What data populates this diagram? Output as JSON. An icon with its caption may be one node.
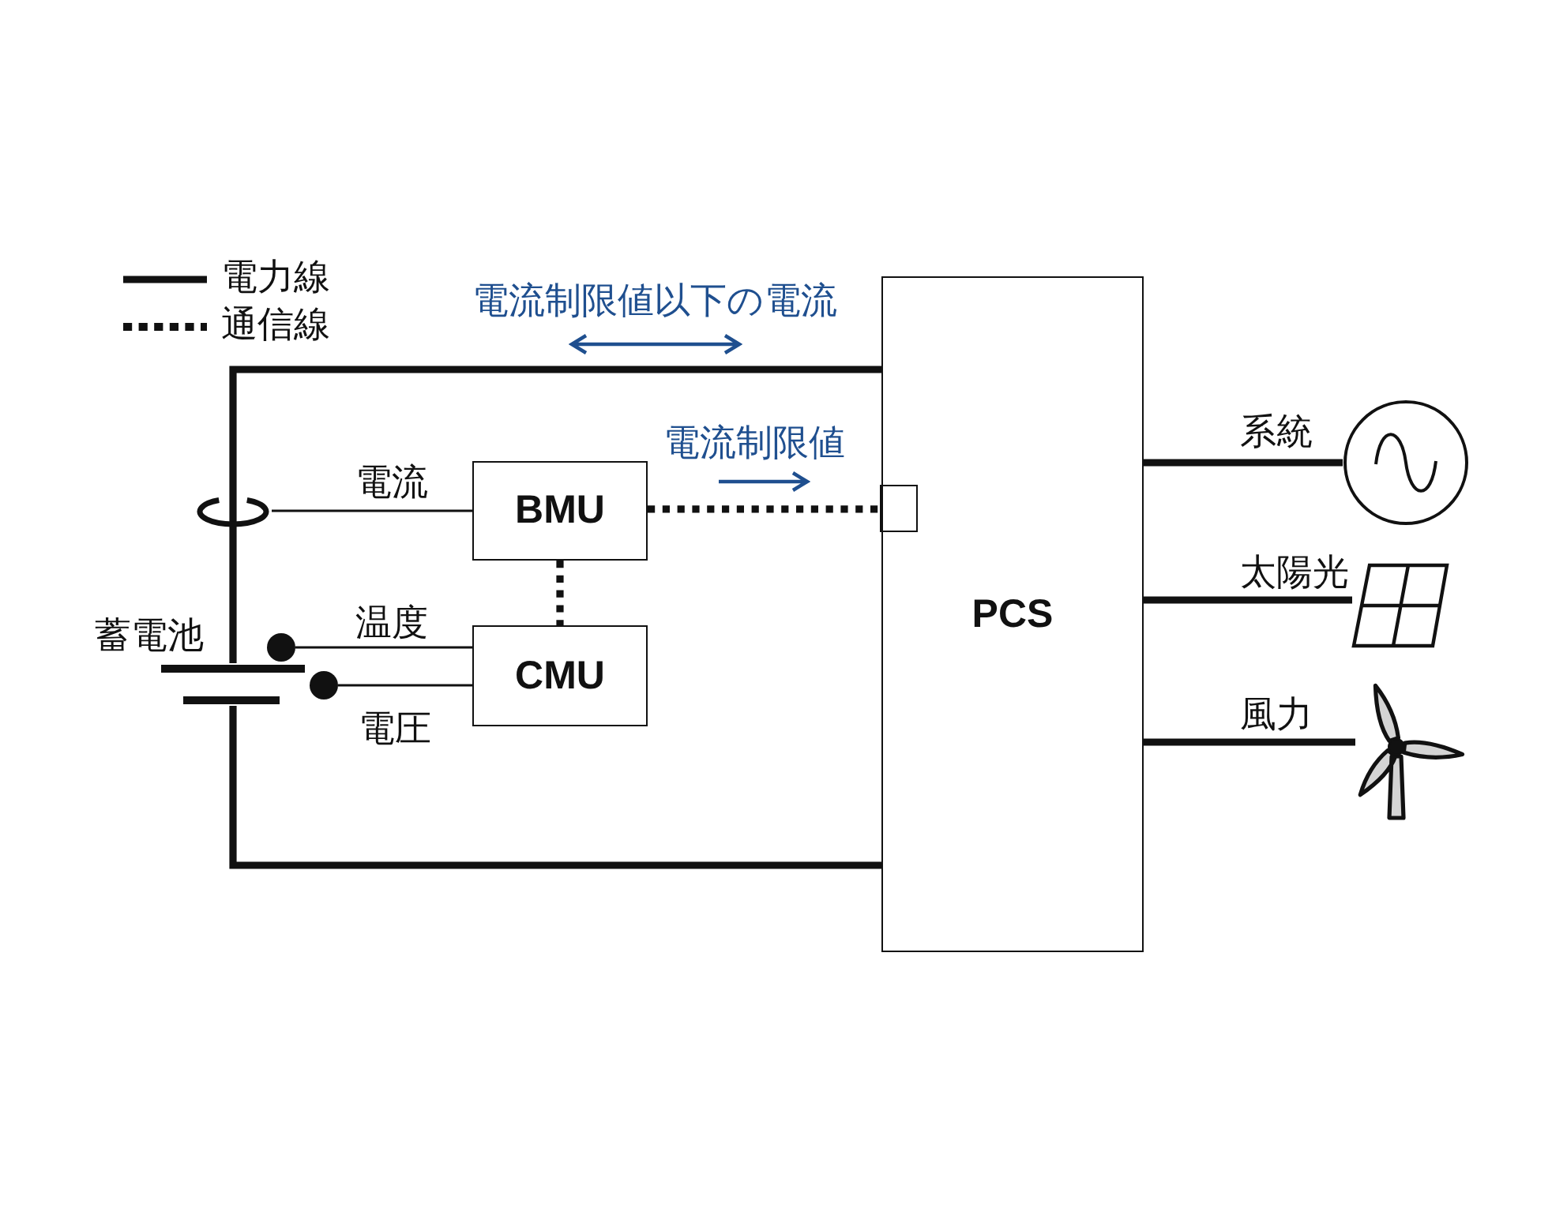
{
  "diagram": {
    "nodes": [
      {
        "text": [
          "PCS"
        ]
      },
      {
        "text": [],
        "shape": "box",
        "in": 0
      },
      {
        "text": [
          "BMU"
        ]
      },
      {
        "text": [
          "CMU"
        ]
      },
      {
        "text": [],
        "shape": "ring"
      },
      {
        "text": [],
        "shape": "battery",
        "beside": [
          "蓄電池"
        ]
      },
      {
        "text": [],
        "shape": "circle"
      },
      {
        "text": [],
        "shape": "circle"
      },
      {
        "text": [],
        "shape": "circle",
        "beside": [
          "系統"
        ]
      },
      {
        "text": [],
        "shape": "picture",
        "beside": [
          "太陽光"
        ]
      },
      {
        "text": [],
        "shape": "picture",
        "beside": [
          "風力"
        ]
      }
    ],
    "edges": [
      {
        "from": 5,
        "to": 4,
        "arrow": "none"
      },
      {
        "from": 4,
        "to": 0,
        "arrow": "none"
      },
      {
        "from": 5,
        "to": 0,
        "arrow": "none"
      },
      {
        "from": 4,
        "to": 2,
        "arrow": "none",
        "label": "電流"
      },
      {
        "from": 6,
        "to": 3,
        "arrow": "none",
        "label": "温度"
      },
      {
        "from": 7,
        "to": 3,
        "arrow": "none",
        "label": "電圧"
      },
      {
        "from": 2,
        "to": 3,
        "arrow": "none",
        "style": "dashed"
      },
      {
        "from": 2,
        "to": 1,
        "arrow": "none",
        "style": "dashed"
      },
      {
        "from": 0,
        "to": 8,
        "arrow": "none"
      },
      {
        "from": 0,
        "to": 9,
        "arrow": "none"
      },
      {
        "from": 0,
        "to": 10,
        "arrow": "none"
      }
    ],
    "labels": [
      "電流制限値以下の電流",
      "電流制限値"
    ],
    "legend": [
      {
        "text": "電力線"
      },
      {
        "text": "通信線"
      }
    ]
  }
}
